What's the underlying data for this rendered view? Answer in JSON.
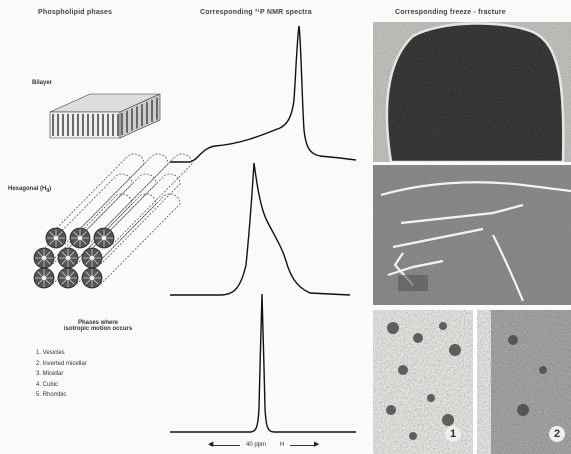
{
  "headers": {
    "phases": "Phospholipid phases",
    "spectra": "Corresponding ³¹P NMR spectra",
    "fracture": "Corresponding freeze - fracture"
  },
  "labels": {
    "bilayer": "Bilayer",
    "hexagonal": "Hexagonal (H",
    "hexagonal_sub": "II",
    "hexagonal_end": ")"
  },
  "isotropic": {
    "title_line1": "Phases where",
    "title_line2": "isotropic motion occurs",
    "items": [
      "1. Vesicles",
      "2. Inverted micellar",
      "3. Micellar",
      "4. Cubic",
      "5. Rhombic"
    ]
  },
  "scale": {
    "label": "40 ppm",
    "arrow_right": "H"
  },
  "panels": [
    "1",
    "2"
  ]
}
